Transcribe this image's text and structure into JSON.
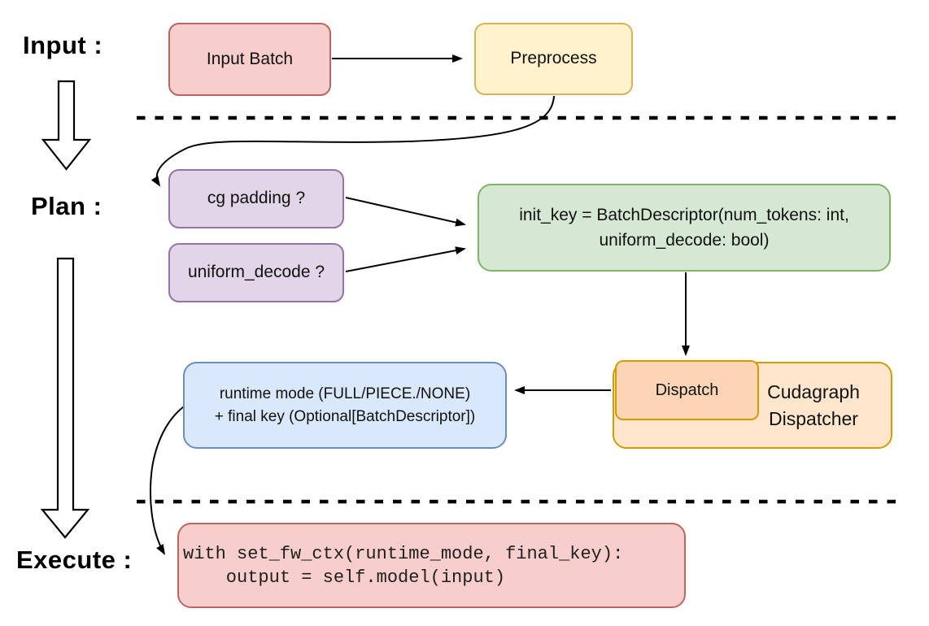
{
  "stage_labels": {
    "input": "Input :",
    "plan": "Plan :",
    "execute": "Execute :"
  },
  "nodes": {
    "input_batch": {
      "label": "Input Batch",
      "fill": "#f8cecc",
      "stroke": "#bd6360"
    },
    "preprocess": {
      "label": "Preprocess",
      "fill": "#fff2cc",
      "stroke": "#d6b656"
    },
    "cg_padding": {
      "label": "cg padding ?",
      "fill": "#e1d5e7",
      "stroke": "#9673a6"
    },
    "uniform_decode": {
      "label": "uniform_decode ?",
      "fill": "#e1d5e7",
      "stroke": "#9673a6"
    },
    "init_key": {
      "line1": "init_key = BatchDescriptor(num_tokens: int,",
      "line2": "uniform_decode: bool)",
      "fill": "#d5e8d4",
      "stroke": "#82b366"
    },
    "dispatch": {
      "label": "Dispatch",
      "fill": "#fcd5b5",
      "stroke": "#d79b00"
    },
    "cudagraph_dispatcher": {
      "line1": "Cudagraph",
      "line2": "Dispatcher",
      "fill": "#ffe6cc",
      "stroke": "#d79b00"
    },
    "runtime_mode": {
      "line1": "runtime mode (FULL/PIECE./NONE)",
      "line2": "+ final key (Optional[BatchDescriptor])",
      "fill": "#dae8fc",
      "stroke": "#6c8ebf"
    },
    "execute_code": {
      "line1": "with set_fw_ctx(runtime_mode, final_key):",
      "line2": "    output = self.model(input)",
      "fill": "#f8cecc",
      "stroke": "#bd6360"
    }
  },
  "colors": {
    "connector": "#000000",
    "separator": "#000000",
    "stage_arrow_fill": "#ffffff",
    "background": "#ffffff"
  }
}
